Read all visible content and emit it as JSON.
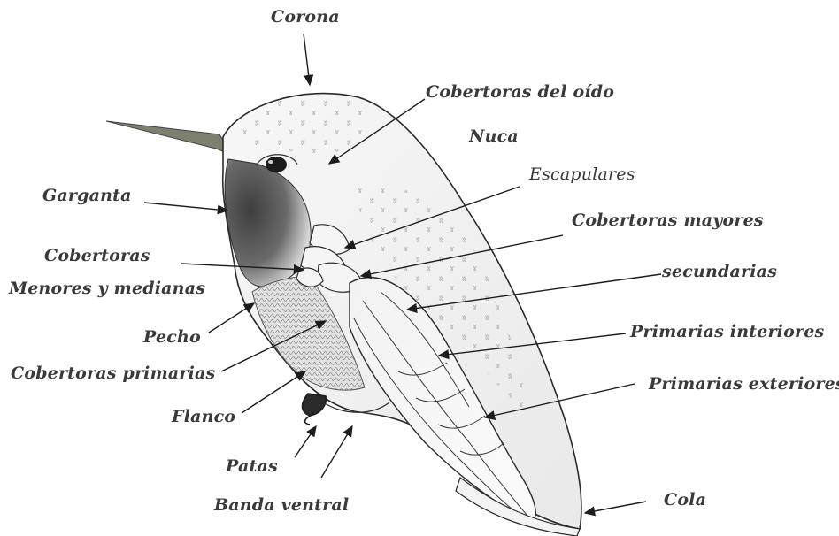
{
  "labels": {
    "corona": "Corona",
    "cobertoras_oido": "Cobertoras del oído",
    "nuca": "Nuca",
    "escapulares": "Escapulares",
    "garganta": "Garganta",
    "cobertoras_mayores": "Cobertoras mayores",
    "cobertoras": "Cobertoras",
    "menores_medianas": "Menores y medianas",
    "secundarias": "secundarias",
    "pecho": "Pecho",
    "primarias_interiores": "Primarias interiores",
    "cobertoras_primarias": "Cobertoras primarias",
    "primarias_exteriores": "Primarias exteriores",
    "flanco": "Flanco",
    "patas": "Patas",
    "banda_ventral": "Banda ventral",
    "cola": "Cola"
  },
  "colors": {
    "ink": "#3a3a3a",
    "bird_outline": "#2b2b2b",
    "speckle": "#9a9a9a",
    "throat_dark": "#4a4a4a",
    "bill": "#7d7f6f"
  },
  "illustration": "hummingbird-anatomy"
}
